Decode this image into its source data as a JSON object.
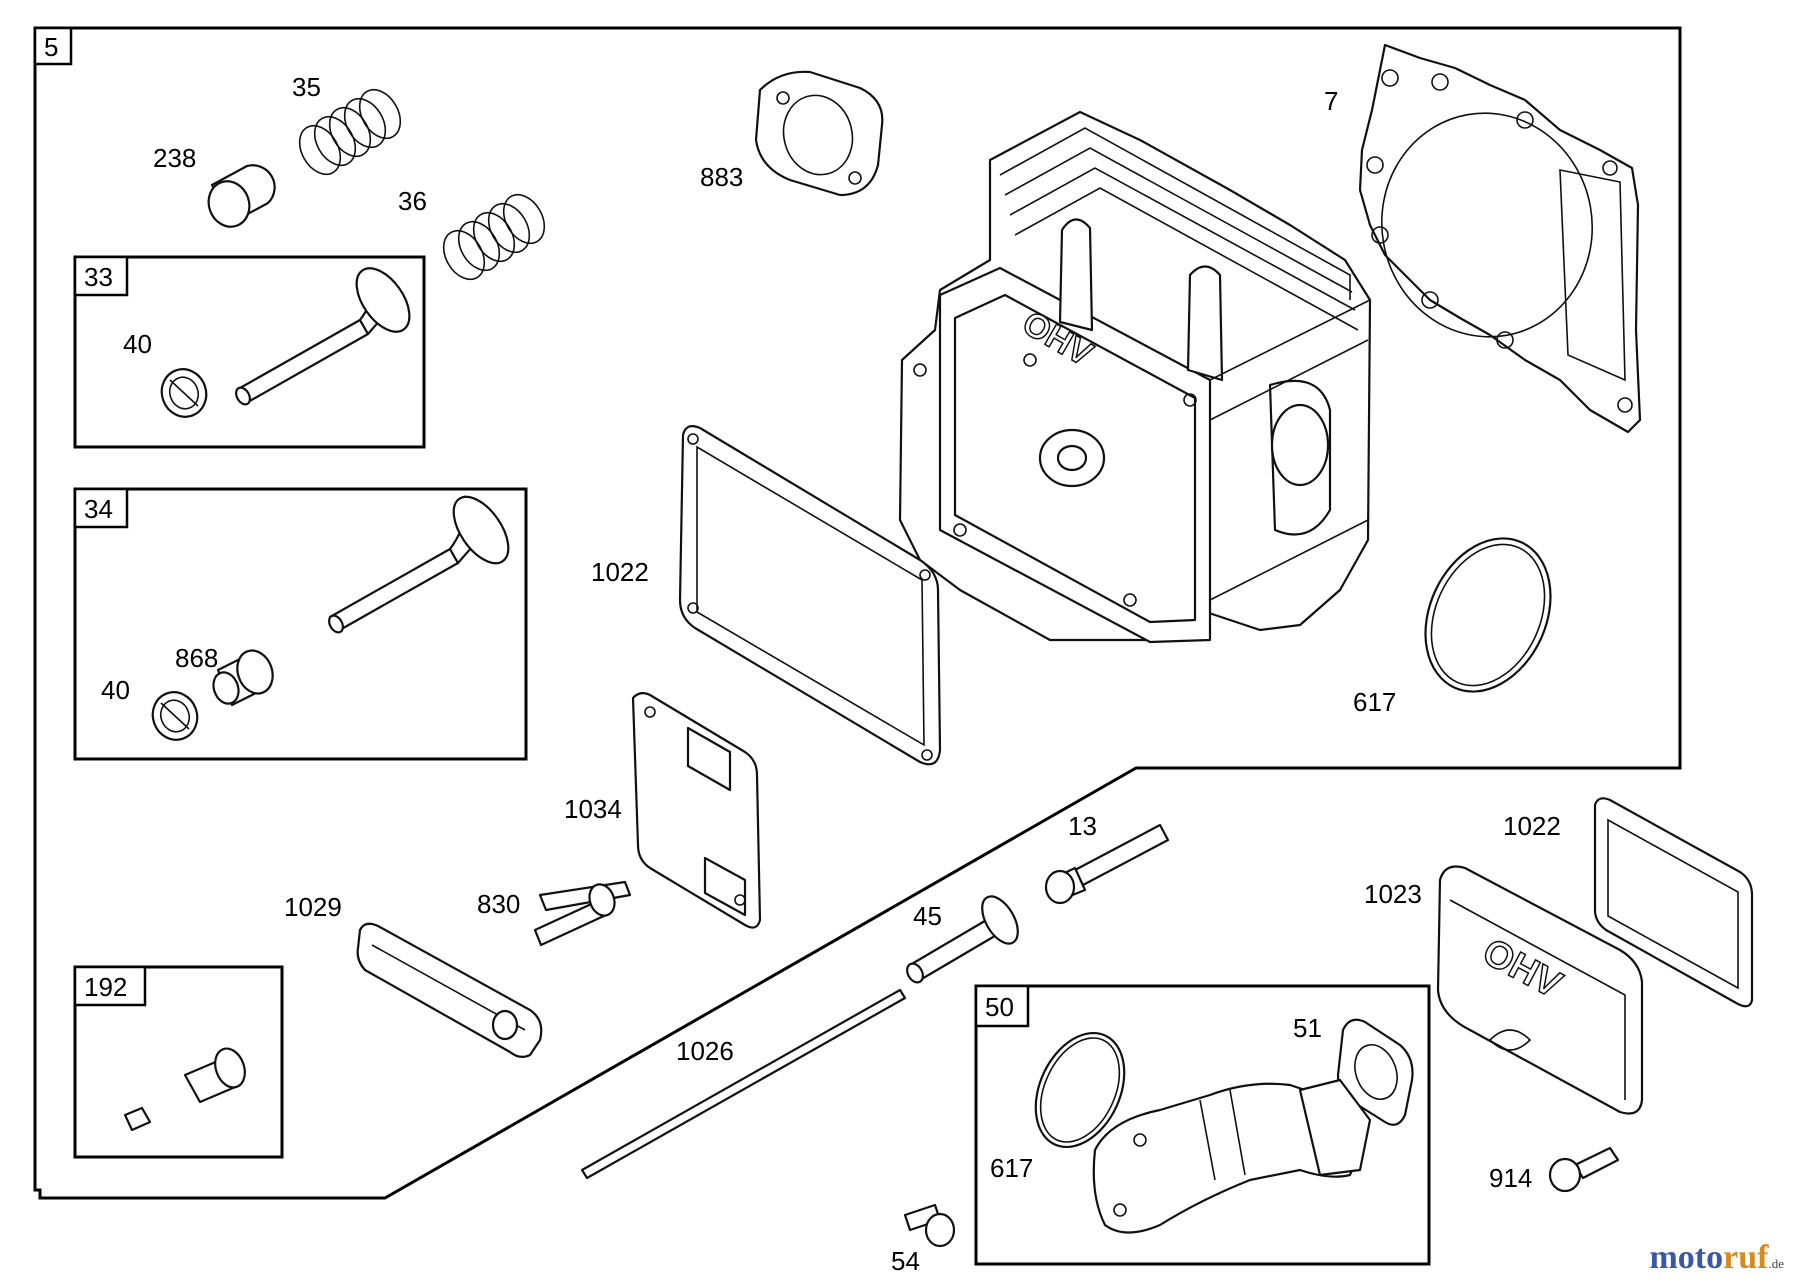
{
  "diagram": {
    "group_boxes": {
      "main": "5",
      "valve_33": "33",
      "valve_34": "34",
      "box_192": "192",
      "box_50": "50"
    },
    "labels": {
      "p35": "35",
      "p238": "238",
      "p36": "36",
      "p40a": "40",
      "p40b": "40",
      "p868": "868",
      "p883": "883",
      "p7": "7",
      "p1022a": "1022",
      "p617a": "617",
      "p1034": "1034",
      "p1029": "1029",
      "p830": "830",
      "p13": "13",
      "p45": "45",
      "p1026": "1026",
      "p1022b": "1022",
      "p1023": "1023",
      "p51": "51",
      "p617b": "617",
      "p914": "914",
      "p54": "54"
    }
  },
  "watermark": {
    "part1": "moto",
    "part2": "ruf",
    "suffix": ".de"
  }
}
